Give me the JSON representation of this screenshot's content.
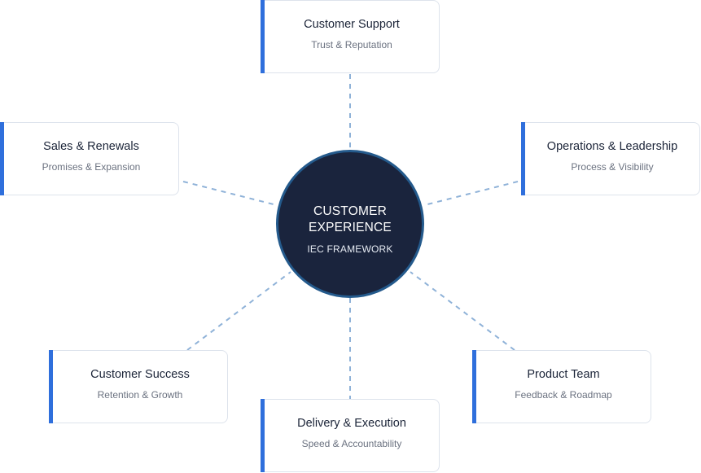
{
  "hub": {
    "title_line1": "CUSTOMER",
    "title_line2": "EXPERIENCE",
    "subtitle": "IEC FRAMEWORK"
  },
  "nodes": {
    "customer_support": {
      "title": "Customer Support",
      "subtitle": "Trust & Reputation"
    },
    "sales_renewals": {
      "title": "Sales & Renewals",
      "subtitle": "Promises & Expansion"
    },
    "operations_leadership": {
      "title": "Operations & Leadership",
      "subtitle": "Process & Visibility"
    },
    "customer_success": {
      "title": "Customer Success",
      "subtitle": "Retention & Growth"
    },
    "product_team": {
      "title": "Product Team",
      "subtitle": "Feedback & Roadmap"
    },
    "delivery_execution": {
      "title": "Delivery & Execution",
      "subtitle": "Speed & Accountability"
    }
  },
  "colors": {
    "accent": "#2f6fdc",
    "hub_fill": "#1a243d",
    "hub_border": "#245a8c",
    "connector": "#8fb2d8",
    "card_border": "#dde3ec"
  }
}
